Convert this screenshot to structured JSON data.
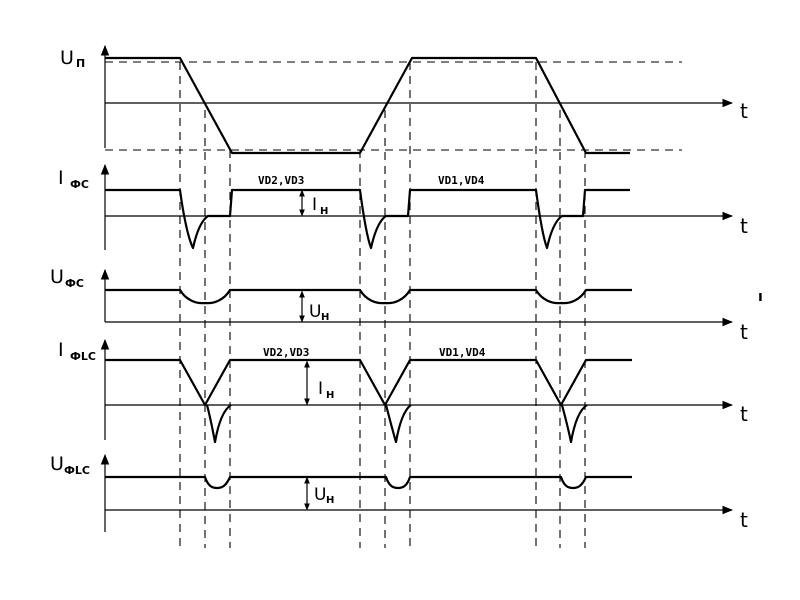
{
  "panels": {
    "up": {
      "label": "U",
      "sub": "П"
    },
    "ifc": {
      "label": "I",
      "sub": "ФС"
    },
    "ufc": {
      "label": "U",
      "sub": "ФС"
    },
    "iflc": {
      "label": "I",
      "sub": "ФLC"
    },
    "uflc": {
      "label": "U",
      "sub": "ФLC"
    }
  },
  "time_label": "t",
  "annotations": {
    "vd23": "VD2,VD3",
    "vd14": "VD1,VD4",
    "in_label": "I",
    "in_sub": "Н",
    "un_label": "U",
    "un_sub": "Н"
  },
  "stray_mark": "ı"
}
